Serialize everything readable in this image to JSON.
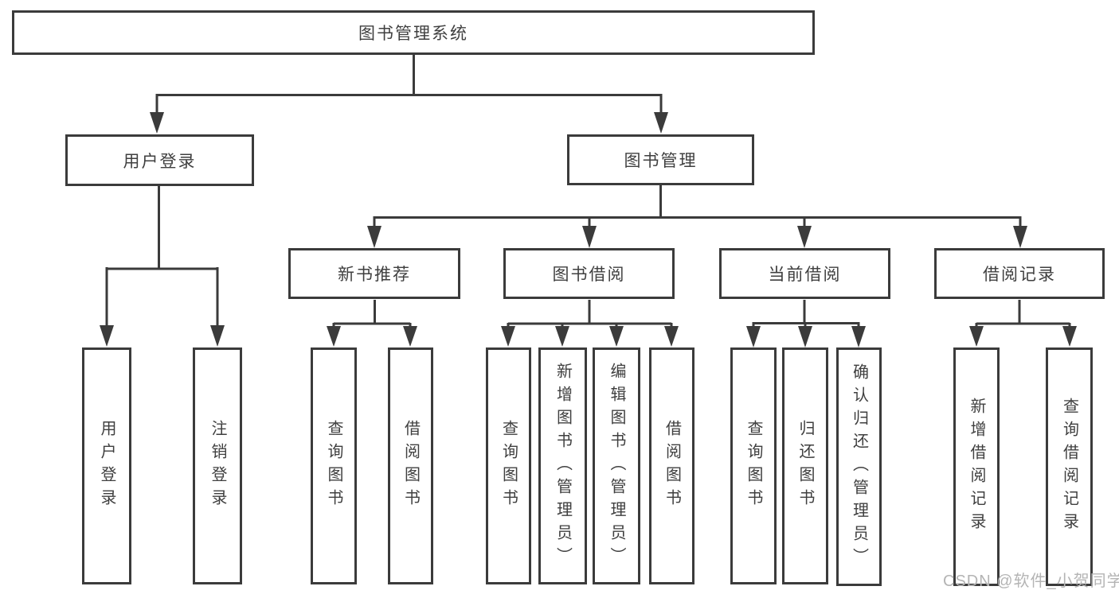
{
  "diagram": {
    "title": "图书管理系统",
    "root": {
      "label": "图书管理系统"
    },
    "level2": [
      {
        "id": "user-login",
        "label": "用户登录"
      },
      {
        "id": "book-management",
        "label": "图书管理"
      }
    ],
    "level3": [
      {
        "id": "new-book-recommend",
        "label": "新书推荐",
        "parent": "图书管理"
      },
      {
        "id": "book-borrow",
        "label": "图书借阅",
        "parent": "图书管理"
      },
      {
        "id": "current-borrow",
        "label": "当前借阅",
        "parent": "图书管理"
      },
      {
        "id": "borrow-records",
        "label": "借阅记录",
        "parent": "图书管理"
      }
    ],
    "leaves": [
      {
        "parent": "用户登录",
        "label": "用户登录"
      },
      {
        "parent": "用户登录",
        "label": "注销登录"
      },
      {
        "parent": "新书推荐",
        "label": "查询图书"
      },
      {
        "parent": "新书推荐",
        "label": "借阅图书"
      },
      {
        "parent": "图书借阅",
        "label": "查询图书"
      },
      {
        "parent": "图书借阅",
        "label": "新增图书（管理员）"
      },
      {
        "parent": "图书借阅",
        "label": "编辑图书（管理员）"
      },
      {
        "parent": "图书借阅",
        "label": "借阅图书"
      },
      {
        "parent": "当前借阅",
        "label": "查询图书"
      },
      {
        "parent": "当前借阅",
        "label": "归还图书"
      },
      {
        "parent": "当前借阅",
        "label": "确认归还（管理员）"
      },
      {
        "parent": "借阅记录",
        "label": "新增借阅记录"
      },
      {
        "parent": "借阅记录",
        "label": "查询借阅记录"
      }
    ]
  },
  "watermark": {
    "text": "CSDN @软件_小贺同学"
  },
  "colors": {
    "line": "#3b3b3b",
    "text": "#3f3f3f",
    "watermark": "#b4b4b4",
    "background": "#ffffff"
  }
}
